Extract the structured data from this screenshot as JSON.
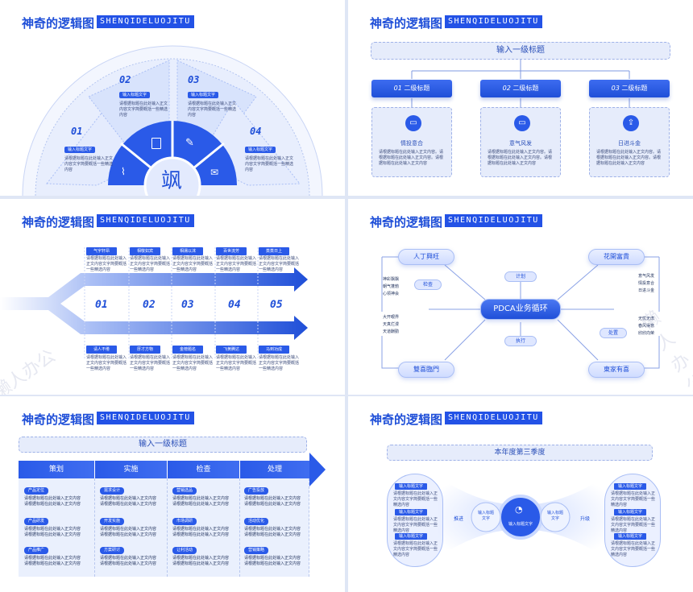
{
  "header": {
    "title": "神奇的逻辑图",
    "subtitle": "SHENQIDELUOJITU"
  },
  "panel1": {
    "center_char": "飒",
    "segments": [
      {
        "num": "01",
        "tag": "输入标题文字",
        "desc": "请根据标题在此处输入正文内容文字简要概括一些精选内容"
      },
      {
        "num": "02",
        "tag": "输入标题文字",
        "desc": "请根据标题在此处输入正文内容文字简要概括一些精选内容"
      },
      {
        "num": "03",
        "tag": "输入标题文字",
        "desc": "请根据标题在此处输入正文内容文字简要概括一些精选内容"
      },
      {
        "num": "04",
        "tag": "输入标题文字",
        "desc": "请根据标题在此处输入正文内容文字简要概括一些精选内容"
      }
    ],
    "icons": [
      "paperclip-icon",
      "calculator-icon",
      "pen-icon",
      "mail-icon"
    ]
  },
  "panel2": {
    "top": "输入一级标题",
    "subs": [
      {
        "num": "01",
        "label": "二级标题",
        "card_title": "情投意合",
        "card_desc": "请根据标题在此处输入正文内容。请根据标题在此处输入正文内容。请根据标题在此处输入正文内容"
      },
      {
        "num": "02",
        "label": "二级标题",
        "card_title": "意气风发",
        "card_desc": "请根据标题在此处输入正文内容。请根据标题在此处输入正文内容。请根据标题在此处输入正文内容"
      },
      {
        "num": "03",
        "label": "二级标题",
        "card_title": "日进斗金",
        "card_desc": "请根据标题在此处输入正文内容。请根据标题在此处输入正文内容。请根据标题在此处输入正文内容"
      }
    ]
  },
  "panel3": {
    "nums": [
      "01",
      "02",
      "03",
      "04",
      "05"
    ],
    "top_tags": [
      "气宇轩昂",
      "相敬如宾",
      "相濡以沫",
      "百世流芳",
      "蒸蒸日上"
    ],
    "bottom_tags": [
      "请人不倦",
      "厚才方物",
      "金榜题名",
      "飞黄腾达",
      "马到功成"
    ],
    "desc": "请根据标题在此处输入正文内容文字简要概括一些精选内容"
  },
  "panel4": {
    "center": "PDCA业务循环",
    "plan": "计划",
    "do": "执行",
    "check": "检查",
    "act": "处置",
    "corners": [
      "人丁興旺",
      "花開富貴",
      "雙喜臨門",
      "東家有喜"
    ],
    "left_top": [
      "神彩飘飘",
      "朝气蓬勃",
      "心领神会"
    ],
    "right_top": [
      "意气风发",
      "情投意合",
      "日进斗金"
    ],
    "left_bottom": [
      "大开眼界",
      "天真烂漫",
      "天道酬勤"
    ],
    "right_bottom": [
      "无忧无虑",
      "春风得意",
      "欣欣向荣"
    ]
  },
  "panel5": {
    "top": "输入一级标题",
    "cols": [
      {
        "head": "策划",
        "items": [
          "产品定位",
          "产品研发",
          "产品推广"
        ]
      },
      {
        "head": "实施",
        "items": [
          "需求设计",
          "开发实施",
          "方案研讨"
        ]
      },
      {
        "head": "检查",
        "items": [
          "营销选品",
          "市场调研",
          "让利活动"
        ]
      },
      {
        "head": "处理",
        "items": [
          "广告投放",
          "活动优化",
          "营销策略"
        ]
      }
    ],
    "desc": "请根据标题在此处输入正文内容"
  },
  "panel6": {
    "top": "本年度第三季度",
    "center": "输入标题文字",
    "left_mid": "输入标题文字",
    "right_mid": "输入标题文字",
    "left_word": "推进",
    "right_word": "升级",
    "tags": [
      "输入标题文字",
      "输入标题文字",
      "输入标题文字"
    ],
    "desc": "请根据标题在此处输入正文内容文字简要概括一些精选内容"
  },
  "watermark": "懒人办公"
}
